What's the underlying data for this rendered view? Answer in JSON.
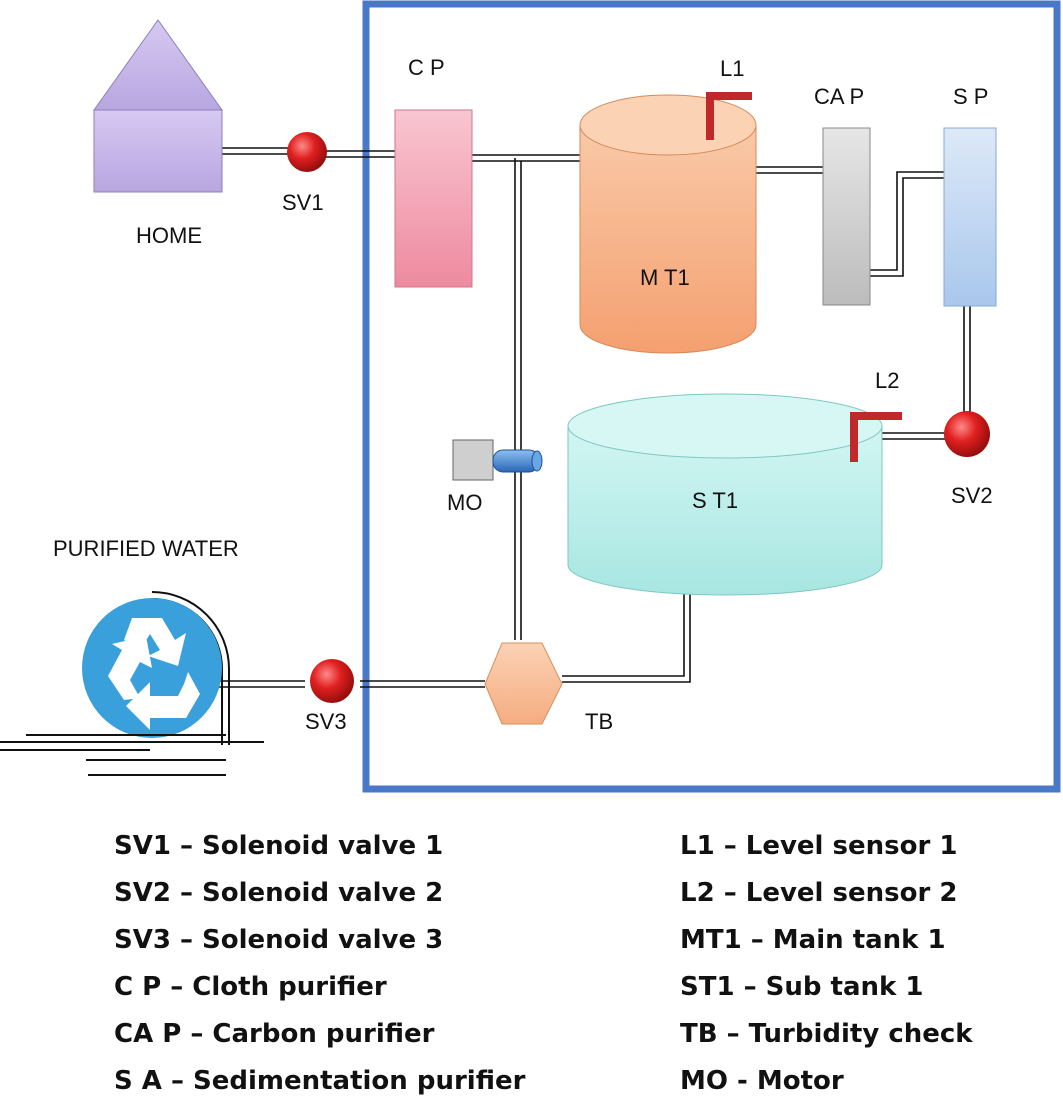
{
  "labels": {
    "home": "HOME",
    "sv1": "SV1",
    "cp": "C P",
    "l1": "L1",
    "cap": "CA P",
    "sp": "S P",
    "mt1": "M T1",
    "l2": "L2",
    "st1": "S T1",
    "sv2": "SV2",
    "mo": "MO",
    "purified_water": "PURIFIED WATER",
    "sv3": "SV3",
    "tb": "TB"
  },
  "legend": {
    "left": [
      "SV1 – Solenoid valve 1",
      "SV2 – Solenoid valve 2",
      "SV3 – Solenoid valve 3",
      "C P – Cloth purifier",
      "CA P – Carbon purifier",
      "S A – Sedimentation purifier"
    ],
    "right": [
      "L1 – Level sensor 1",
      "L2 – Level sensor 2",
      "MT1 – Main tank 1",
      "ST1 – Sub tank 1",
      "TB – Turbidity check",
      "MO - Motor"
    ]
  },
  "colors": {
    "frame": "#4a78c9",
    "home": "#c9b8e8",
    "cloth_purifier": "#f3a8b8",
    "main_tank": "#f7b58c",
    "carbon_purifier": "#cfcfcf",
    "sedimentation_purifier": "#c2d8f2",
    "sub_tank": "#bff0ec",
    "valve": "#d81f1f",
    "sensor": "#c0282a",
    "motor_shaft": "#3f7fd0",
    "turbidity": "#f8c09a",
    "recycle": "#3aa0dc"
  },
  "icons": {
    "recycle": "recycle-icon"
  }
}
